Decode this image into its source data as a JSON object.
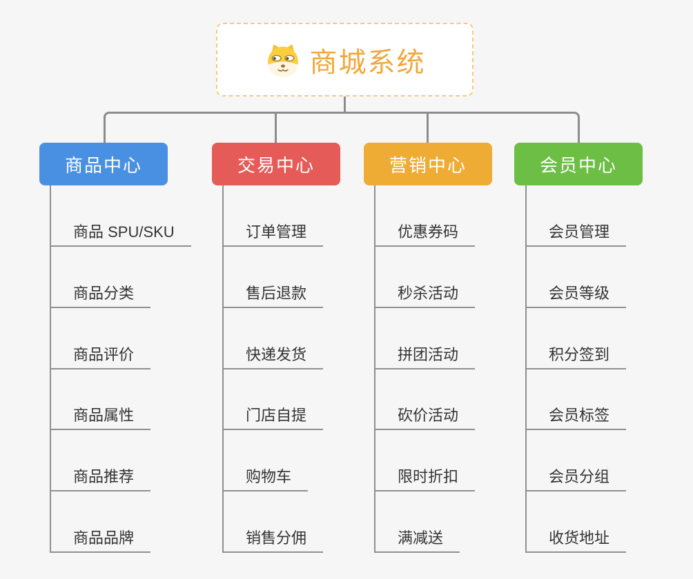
{
  "root": {
    "title": "商城系统",
    "icon": "doge-face-icon",
    "accent_color": "#f0a83c",
    "border_color": "#f6c981"
  },
  "colors": {
    "canvas_bg": "#f6f6f6",
    "connector_gray": "#8c8c8c",
    "child_underline_gray": "#8f8f8f",
    "child_text": "#333333"
  },
  "branches": [
    {
      "label": "商品中心",
      "color": "#4a90e2",
      "children": [
        "商品 SPU/SKU",
        "商品分类",
        "商品评价",
        "商品属性",
        "商品推荐",
        "商品品牌"
      ]
    },
    {
      "label": "交易中心",
      "color": "#e45b57",
      "children": [
        "订单管理",
        "售后退款",
        "快递发货",
        "门店自提",
        "购物车",
        "销售分佣"
      ]
    },
    {
      "label": "营销中心",
      "color": "#efac35",
      "children": [
        "优惠券码",
        "秒杀活动",
        "拼团活动",
        "砍价活动",
        "限时折扣",
        "满减送"
      ]
    },
    {
      "label": "会员中心",
      "color": "#6cbe45",
      "children": [
        "会员管理",
        "会员等级",
        "积分签到",
        "会员标签",
        "会员分组",
        "收货地址"
      ]
    }
  ]
}
